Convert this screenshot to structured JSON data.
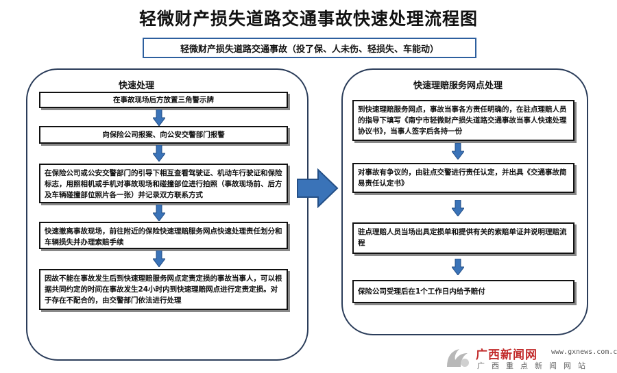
{
  "title": "轻微财产损失道路交通事故快速处理流程图",
  "subtitle": "轻微财产损失道路交通事故（投了保、人未伤、轻损失、车能动）",
  "left_panel": {
    "title": "快速处理",
    "steps": [
      "在事故现场后方放置三角警示牌",
      "向保险公司报案、向公安交警部门报警",
      "在保险公司或公安交警部门的引导下相互查看驾驶证、机动车行驶证和保险标志，用照相机或手机对事故现场和碰撞部位进行拍照（事故现场前、后方及车辆碰撞部位照片各一张）并记录双方联系方式",
      "快速撤离事故现场，前往附近的保险快速理赔服务网点快速处理责任划分和车辆损失并办理索赔手续",
      "因故不能在事故发生后到快速理赔服务网点定责定损的事故当事人，可以根据共同约定的时间在事故发生24小时内到快速理赔网点进行定责定损。对于存在不配合的，由交警部门依法进行处理"
    ]
  },
  "right_panel": {
    "title": "快速理赔服务网点处理",
    "steps": [
      "到快速理赔服务网点，事故当事各方责任明确的，在驻点理赔人员的指导下填写《南宁市轻微财产损失道路交通事故当事人快速处理协议书》，当事人签字后各持一份",
      "对事故有争议的，由驻点交警进行责任认定，并出具《交通事故简易责任认定书》",
      "驻点理赔人员当场出具定损单和提供有关的索赔单证并说明理赔流程",
      "保险公司受理后在1个工作日内给予赔付"
    ]
  },
  "watermark": {
    "name": "广西新闻网",
    "url": "www.gxnews.com.cn",
    "slogan": "广西重点新闻网站"
  },
  "colors": {
    "arrow": "#3a73b8",
    "arrow_dark": "#244f86",
    "panel_border": "#2b3d5a",
    "subtitle_border": "#2d5f9e",
    "watermark_red": "#c22b2b"
  }
}
